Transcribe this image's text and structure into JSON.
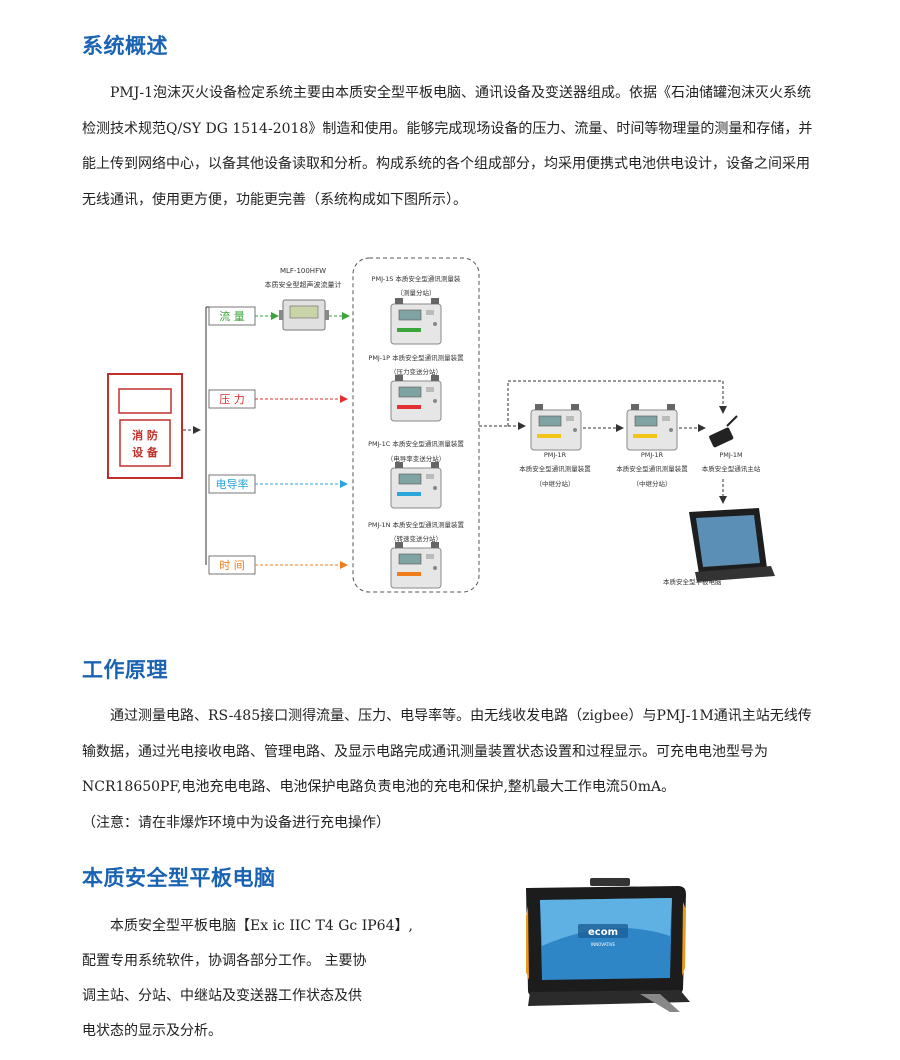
{
  "section1": {
    "title": "系统概述",
    "paragraph": "PMJ-1泡沫灭火设备检定系统主要由本质安全型平板电脑、通讯设备及变送器组成。依据《石油储罐泡沫灭火系统检测技术规范Q/SY DG 1514-2018》制造和使用。能够完成现场设备的压力、流量、时间等物理量的测量和存储，并能上传到网络中心，以备其他设备读取和分析。构成系统的各个组成部分，均采用便携式电池供电设计，设备之间采用无线通讯，使用更方便，功能更完善（系统构成如下图所示）。"
  },
  "diagram": {
    "fire_device": "消  防\n设  备",
    "fire_line1": "消  防",
    "fire_line2": "设  备",
    "inputs": [
      {
        "label": "流  量",
        "color": "#3aa53a"
      },
      {
        "label": "压  力",
        "color": "#e03030"
      },
      {
        "label": "电导率",
        "color": "#2aa6dc"
      },
      {
        "label": "时  间",
        "color": "#f07d1a"
      }
    ],
    "flowmeter_model": "MLF-100HFW",
    "flowmeter_desc": "本质安全型超声波流量计",
    "stations": [
      {
        "title": "PMJ-1S 本质安全型通讯测量装",
        "sub": "（测量分站）",
        "strip": "#3aa53a"
      },
      {
        "title": "PMJ-1P 本质安全型通讯测量装置",
        "sub": "（压力变送分站）",
        "strip": "#e03030"
      },
      {
        "title": "PMJ-1C 本质安全型通讯测量装置",
        "sub": "（电导率变送分站）",
        "strip": "#2aa6dc"
      },
      {
        "title": "PMJ-1N 本质安全型通讯测量装置",
        "sub": "（转速变送分站）",
        "strip": "#f07d1a"
      }
    ],
    "relays": [
      {
        "model": "PMJ-1R",
        "desc": "本质安全型通讯测量装置",
        "sub": "（中继分站）"
      },
      {
        "model": "PMJ-1R",
        "desc": "本质安全型通讯测量装置",
        "sub": "（中继分站）"
      }
    ],
    "master": {
      "model": "PMJ-1M",
      "desc": "本质安全型通讯主站"
    },
    "tablet_caption": "本质安全型平板电脑",
    "colors": {
      "line": "#333333",
      "device_body": "#e8e8e8",
      "screen": "#7fa3a3"
    }
  },
  "section2": {
    "title": "工作原理",
    "paragraph": "通过测量电路、RS-485接口测得流量、压力、电导率等。由无线收发电路（zigbee）与PMJ-1M通讯主站无线传输数据，通过光电接收电路、管理电路、及显示电路完成通讯测量装置状态设置和过程显示。可充电电池型号为NCR18650PF,电池充电电路、电池保护电路负责电池的充电和保护,整机最大工作电流50mA。",
    "note": "（注意：请在非爆炸环境中为设备进行充电操作）"
  },
  "section3": {
    "title": "本质安全型平板电脑",
    "lines": [
      "本质安全型平板电脑【Ex ic IIC T4 Gc  IP64】,",
      "配置专用系统软件，协调各部分工作。 主要协",
      "调主站、分站、中继站及变送器工作状态及供",
      "电状态的显示及分析。"
    ],
    "tablet_logo": "ecom",
    "tablet_brand": "INNOVATIVE"
  }
}
